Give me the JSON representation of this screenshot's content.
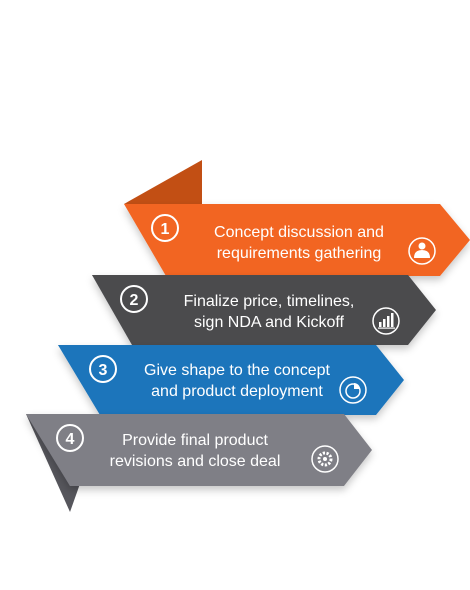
{
  "steps": [
    {
      "number": "1",
      "lines": [
        "Concept discussion and",
        "requirements gathering"
      ],
      "icon": "user-icon",
      "color": "#f26522",
      "shade": "#c24f14"
    },
    {
      "number": "2",
      "lines": [
        "Finalize price, timelines,",
        "sign NDA and Kickoff"
      ],
      "icon": "bar-chart-icon",
      "color": "#4b4b4d",
      "shade": "#2c2c2e"
    },
    {
      "number": "3",
      "lines": [
        "Give shape to the concept",
        "and product deployment"
      ],
      "icon": "pie-chart-icon",
      "color": "#1a75bb",
      "shade": "#0f5187"
    },
    {
      "number": "4",
      "lines": [
        "Provide final product",
        "revisions and close deal"
      ],
      "icon": "gear-icon",
      "color": "#7f7f86",
      "shade": "#56565c"
    }
  ]
}
